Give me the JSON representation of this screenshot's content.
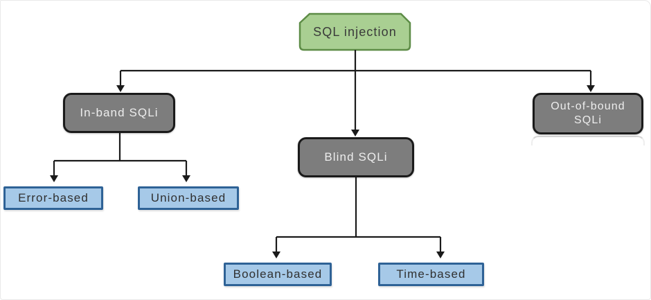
{
  "nodes": {
    "root": {
      "label": "SQL injection"
    },
    "in_band": {
      "label": "In-band SQLi"
    },
    "blind": {
      "label": "Blind SQLi"
    },
    "out_of_bound": {
      "label": "Out-of-bound SQLi"
    },
    "error": {
      "label": "Error-based"
    },
    "union": {
      "label": "Union-based"
    },
    "boolean": {
      "label": "Boolean-based"
    },
    "time": {
      "label": "Time-based"
    }
  },
  "edges": [
    {
      "from": "SQL injection",
      "to": "In-band SQLi"
    },
    {
      "from": "SQL injection",
      "to": "Blind SQLi"
    },
    {
      "from": "SQL injection",
      "to": "Out-of-bound SQLi"
    },
    {
      "from": "In-band SQLi",
      "to": "Error-based"
    },
    {
      "from": "In-band SQLi",
      "to": "Union-based"
    },
    {
      "from": "Blind SQLi",
      "to": "Boolean-based"
    },
    {
      "from": "Blind SQLi",
      "to": "Time-based"
    }
  ],
  "colors": {
    "canvas_bg": "#ffffff",
    "root_fill": "#a9cf92",
    "root_border": "#5d8c46",
    "branch_fill": "#7d7d7d",
    "branch_border": "#1a1a1a",
    "branch_text": "#ededed",
    "leaf_fill": "#a6c9e8",
    "leaf_border": "#2e6296",
    "leaf_text": "#303030",
    "connector": "#1a1a1a"
  }
}
